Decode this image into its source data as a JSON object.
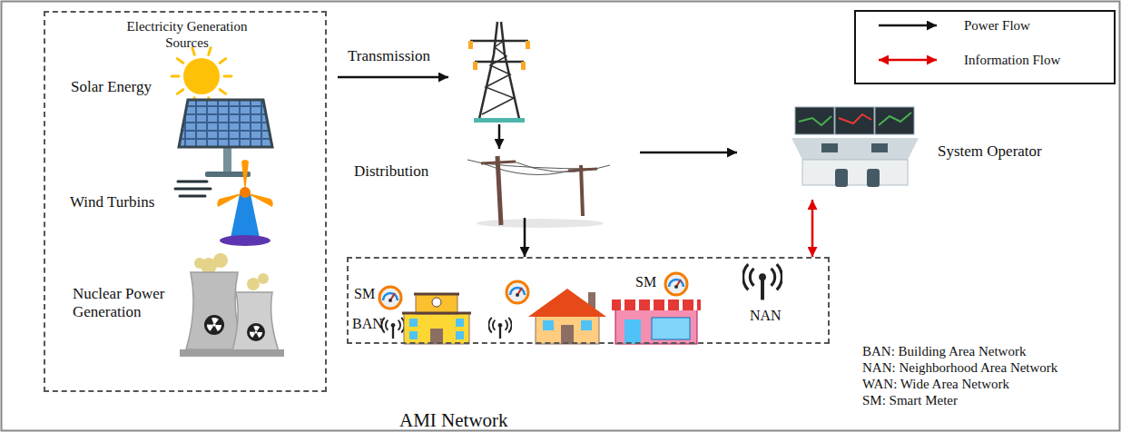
{
  "diagram": {
    "nodes": [
      {
        "text": [
          "Electricity Generation Sources",
          "Solar Energy",
          "Wind Turbins",
          "Nuclear Power Generation"
        ]
      },
      {
        "text": [
          "Distribution"
        ]
      },
      {
        "text": [
          "System Operator"
        ]
      },
      {
        "text": [
          "SM",
          "BAN",
          "SM",
          "NAN",
          "AMI Network"
        ]
      }
    ],
    "edges": [
      {
        "from": 1,
        "to": 2,
        "arrow": "to"
      },
      {
        "from": 1,
        "to": 3,
        "arrow": "to"
      },
      {
        "from": 2,
        "to": 3,
        "arrow": "both"
      }
    ],
    "labels": [
      "Transmission",
      "BAN: Building Area Network",
      "NAN: Neighborhood Area Network",
      "WAN: Wide Area Network",
      "SM: Smart Meter"
    ],
    "legend": [
      {
        "text": "Power Flow"
      },
      {
        "text": "Information Flow"
      }
    ]
  }
}
